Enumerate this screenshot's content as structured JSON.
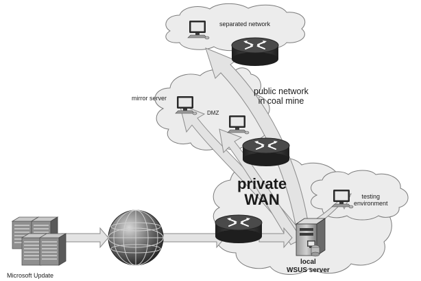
{
  "labels": {
    "separated_network": "separated network",
    "mirror_server": "mirror server",
    "dmz": "DMZ",
    "public_network": [
      "public network",
      "in coal mine"
    ],
    "private_wan": [
      "private",
      "WAN"
    ],
    "testing_environment": [
      "testing",
      "environment"
    ],
    "local_wsus": [
      "local",
      "WSUS server"
    ],
    "microsoft_update": "Microsoft Update"
  },
  "colors": {
    "cloud_fill": "#ececec",
    "cloud_stroke": "#7a7a7a",
    "arrow_fill": "#e3e3e3",
    "arrow_stroke": "#8a8a8a",
    "router_dark": "#2e2e2e",
    "router_mid": "#5a5a5a",
    "text": "#1a1a1a"
  },
  "icons": [
    "router-icon",
    "globe-icon",
    "computer-icon",
    "server-rack-icon",
    "wsus-server-icon"
  ]
}
